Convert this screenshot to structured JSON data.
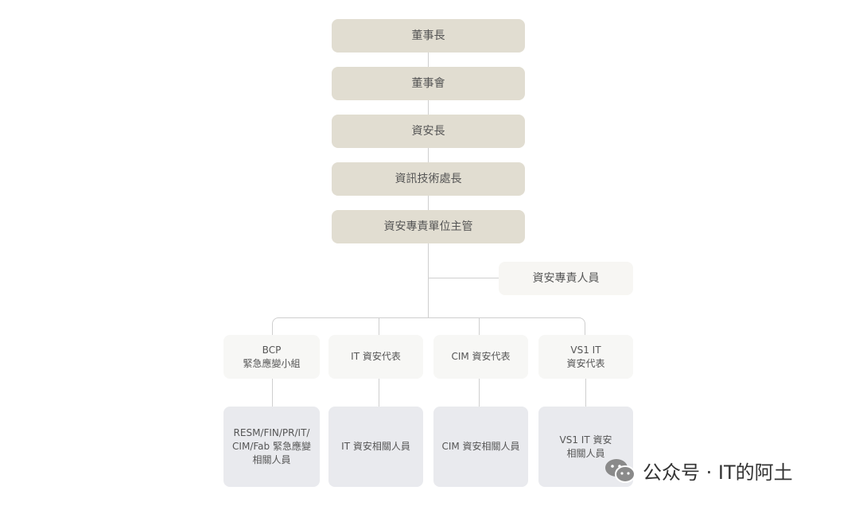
{
  "chain": [
    "董事長",
    "董事會",
    "資安長",
    "資訊技術處長",
    "資安專責單位主管"
  ],
  "side": "資安專責人員",
  "reps": [
    "BCP\n緊急應變小組",
    "IT 資安代表",
    "CIM 資安代表",
    "VS1 IT\n資安代表"
  ],
  "staff": [
    "RESM/FIN/PR/IT/\nCIM/Fab 緊急應變\n相關人員",
    "IT 資安相關人員",
    "CIM 資安相關人員",
    "VS1 IT 資安\n相關人員"
  ],
  "watermark": "公众号 · IT的阿土"
}
